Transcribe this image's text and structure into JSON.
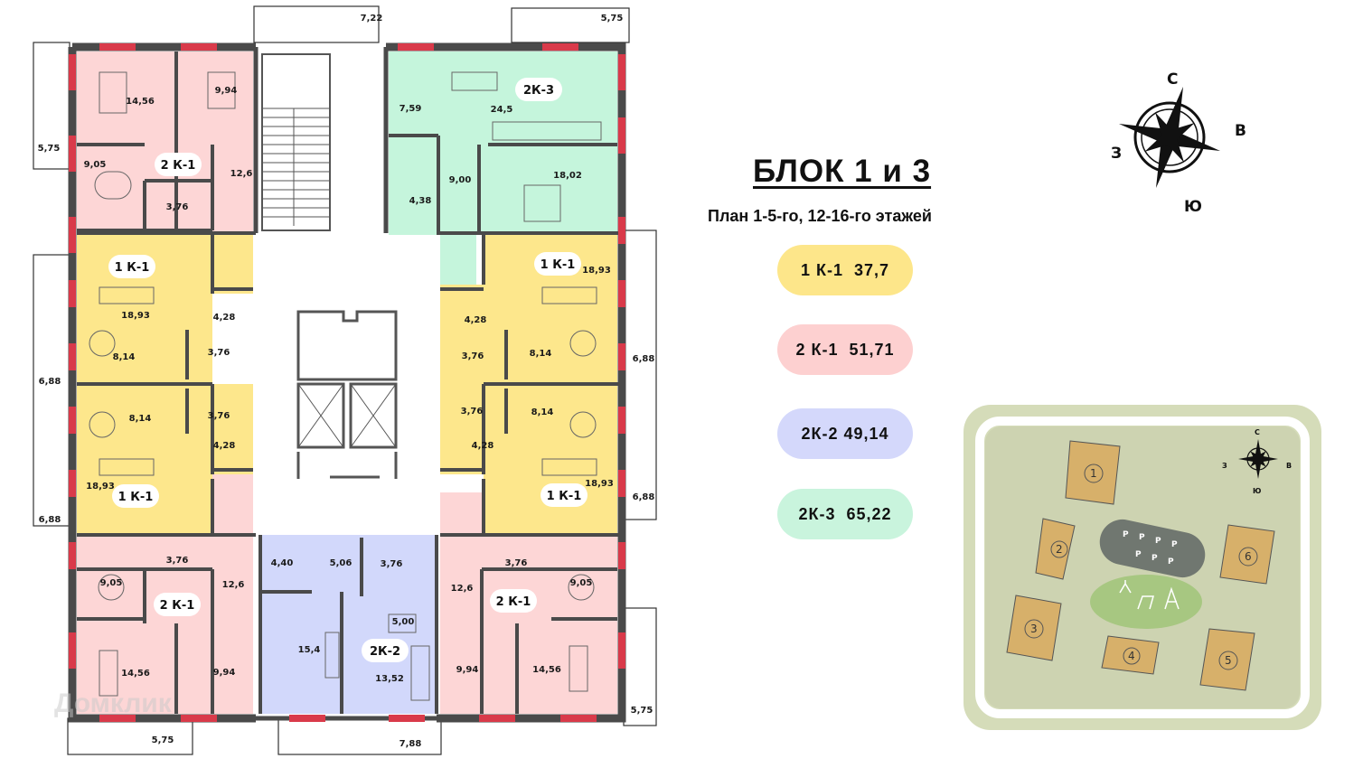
{
  "header": {
    "title": "БЛОК 1 и 3",
    "subtitle": "План 1-5-го, 12-16-го этажей"
  },
  "legend": [
    {
      "label": "1 К-1  37,7",
      "color": "#fde68a"
    },
    {
      "label": "2 К-1  51,71",
      "color": "#fdd0d0"
    },
    {
      "label": "2К-2 49,14",
      "color": "#d4d8fb"
    },
    {
      "label": "2К-3  65,22",
      "color": "#c9f4dd"
    }
  ],
  "compass_main": {
    "n": "С",
    "e": "В",
    "s": "Ю",
    "w": "З"
  },
  "compass_site": {
    "n": "С",
    "e": "В",
    "s": "Ю",
    "w": "З"
  },
  "site_plan": {
    "buildings": [
      "1",
      "2",
      "3",
      "4",
      "5",
      "6"
    ],
    "parking_mark": "P"
  },
  "plan": {
    "colors": {
      "pink": "#fdd6d6",
      "yellow": "#fde78c",
      "green": "#c5f5dc",
      "blue": "#d2d8fb",
      "wall": "#4a4a4a",
      "wall_accent": "#d93a4a"
    },
    "units": {
      "tl": "2 К-1",
      "tr": "2К-3",
      "l1": "1 К-1",
      "r1": "1 К-1",
      "l2": "1 К-1",
      "r2": "1 К-1",
      "bl": "2 К-1",
      "bc": "2К-2",
      "br": "2 К-1"
    },
    "rooms": {
      "tl_living": "14,56",
      "tl_bed": "9,94",
      "tl_kitchen": "9,05",
      "tl_hall": "12,6",
      "tl_bath": "3,76",
      "tr_storage": "7,59",
      "tr_living": "24,5",
      "tr_bath": "4,38",
      "tr_hall": "9,00",
      "tr_bed": "18,02",
      "l1_room": "18,93",
      "l1_hall": "4,28",
      "l1_kitchen": "8,14",
      "l1_bath": "3,76",
      "r1_room": "18,93",
      "r1_hall": "4,28",
      "r1_bath": "3,76",
      "r1_kitchen": "8,14",
      "l2_kitchen": "8,14",
      "l2_bath": "3,76",
      "l2_hall": "4,28",
      "l2_room": "18,93",
      "r2_bath": "3,76",
      "r2_kitchen": "8,14",
      "r2_hall": "4,28",
      "r2_room": "18,93",
      "bl_bath": "3,76",
      "bl_kitchen": "9,05",
      "bl_hall": "12,6",
      "bl_living": "14,56",
      "bl_bed": "9,94",
      "bc_a": "4,40",
      "bc_b": "5,06",
      "bc_bath": "3,76",
      "bc_c": "5,00",
      "bc_room1": "15,4",
      "bc_room2": "13,52",
      "br_bath": "3,76",
      "br_hall": "12,6",
      "br_kitchen": "9,05",
      "br_bed": "9,94",
      "br_living": "14,56"
    },
    "dims": {
      "top_c": "7,22",
      "top_r": "5,75",
      "left_t": "5,75",
      "left_m1": "6,88",
      "left_m2": "6,88",
      "right_m1": "6,88",
      "right_m2": "6,88",
      "right_b": "5,75",
      "bot_l": "5,75",
      "bot_c": "7,88"
    }
  },
  "watermark": "Домклик"
}
